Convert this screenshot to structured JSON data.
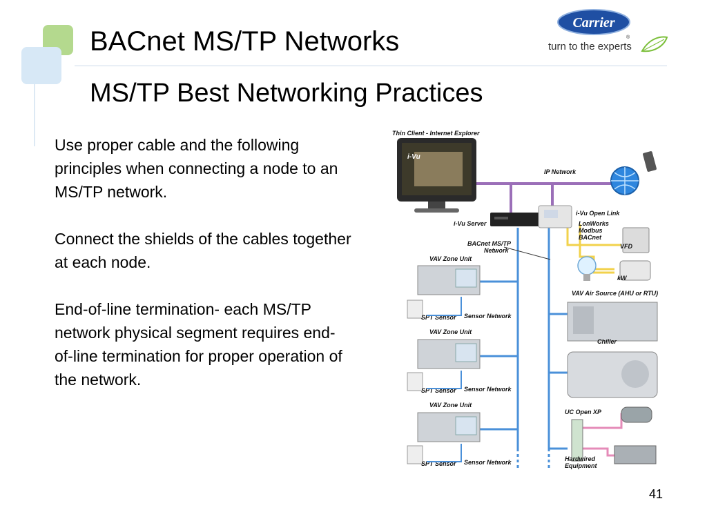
{
  "slide": {
    "title": "BACnet MS/TP Networks",
    "subtitle": "MS/TP Best Networking Practices",
    "page_number": "41"
  },
  "logo": {
    "brand": "Carrier",
    "registered": "®",
    "tagline": "turn to the experts"
  },
  "body": {
    "paragraphs": [
      "Use proper cable and the following principles when connecting a node to an MS/TP network.",
      "Connect the shields of the cables together at each node.",
      "End-of-line termination- each MS/TP network physical segment requires end-of-line termination for proper operation of the network."
    ]
  },
  "diagram": {
    "labels": {
      "thin_client": "Thin Client - Internet Explorer",
      "ip_network": "IP Network",
      "ivu_server": "i-Vu Server",
      "ivu_open_link": "i-Vu Open Link",
      "lonworks": "LonWorks",
      "modbus": "Modbus",
      "bacnet": "BACnet",
      "bacnet_mstp_1": "BACnet MS/TP",
      "bacnet_mstp_2": "Network",
      "vfd": "VFD",
      "kw": "kW",
      "vav_air_source": "VAV Air Source (AHU or RTU)",
      "chiller": "Chiller",
      "vav_zone_unit_1": "VAV Zone Unit",
      "vav_zone_unit_2": "VAV Zone Unit",
      "vav_zone_unit_3": "VAV Zone Unit",
      "spt_sensor_1": "SPT Sensor",
      "spt_sensor_2": "SPT Sensor",
      "spt_sensor_3": "SPT Sensor",
      "sensor_network_1": "Sensor Network",
      "sensor_network_2": "Sensor Network",
      "sensor_network_3": "Sensor Network",
      "uc_open_xp": "UC Open XP",
      "hardwired_1": "Hardwired",
      "hardwired_2": "Equipment",
      "monitor_logo": "i-Vu"
    },
    "colors": {
      "ip_network": "#9b6fb8",
      "mstp_network": "#4a90d9",
      "field_wire": "#f2d24b",
      "hardwired_wire": "#e58bb8"
    }
  }
}
